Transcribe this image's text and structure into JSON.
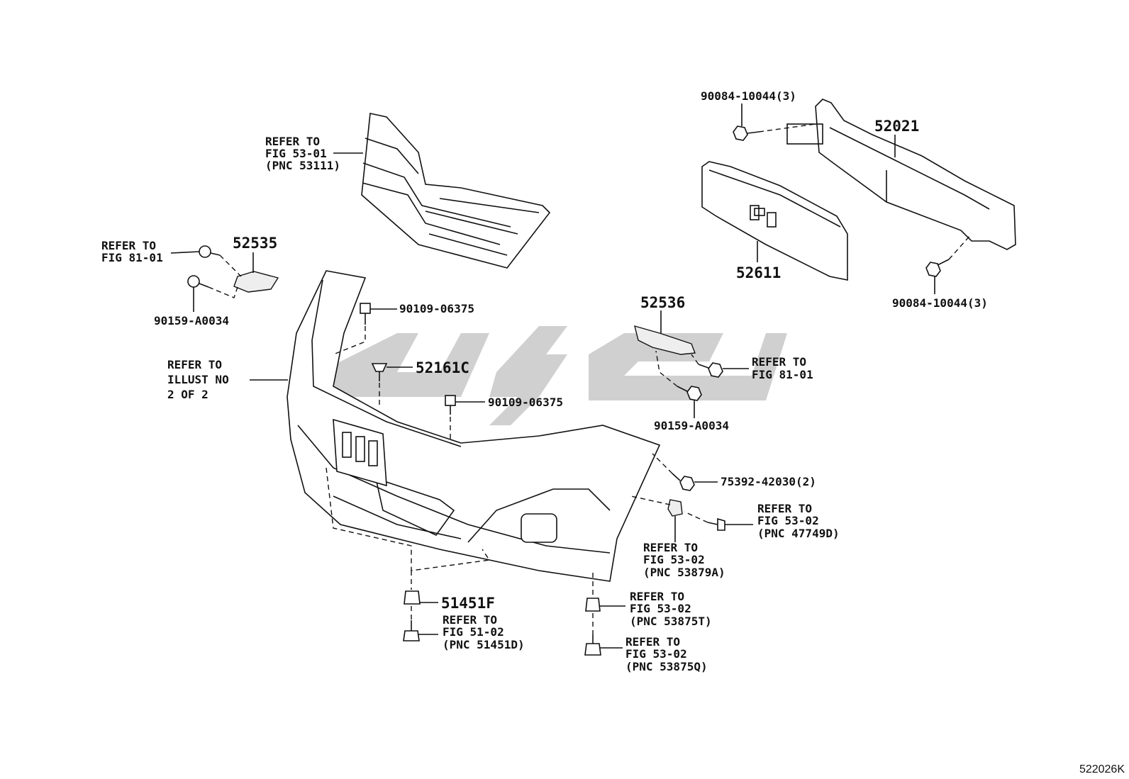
{
  "illustration_id": "522026K",
  "labels": {
    "grille_ref": [
      "REFER TO",
      "FIG 53-01",
      "(PNC 53111)"
    ],
    "refer_81_left": [
      "REFER TO",
      "FIG 81-01"
    ],
    "p52535": "52535",
    "p90159_left": "90159-A0034",
    "p90109_top": "90109-06375",
    "refer_illust": [
      "REFER TO",
      "ILLUST NO",
      "2 OF 2"
    ],
    "p52161c": "52161C",
    "p90109_mid": "90109-06375",
    "p90084_top": "90084-10044(3)",
    "p52021": "52021",
    "p52611": "52611",
    "p90084_bottom": "90084-10044(3)",
    "p52536": "52536",
    "refer_81_right": [
      "REFER TO",
      "FIG 81-01"
    ],
    "p90159_right": "90159-A0034",
    "p75392": "75392-42030(2)",
    "ref_47749d": [
      "REFER TO",
      "FIG 53-02",
      "(PNC 47749D)"
    ],
    "ref_53879a": [
      "REFER TO",
      "FIG 53-02",
      "(PNC 53879A)"
    ],
    "p51451f": "51451F",
    "ref_51451d": [
      "REFER TO",
      "FIG 51-02",
      "(PNC 51451D)"
    ],
    "ref_53875t": [
      "REFER TO",
      "FIG 53-02",
      "(PNC 53875T)"
    ],
    "ref_53875q": [
      "REFER TO",
      "FIG 53-02",
      "(PNC 53875Q)"
    ]
  }
}
